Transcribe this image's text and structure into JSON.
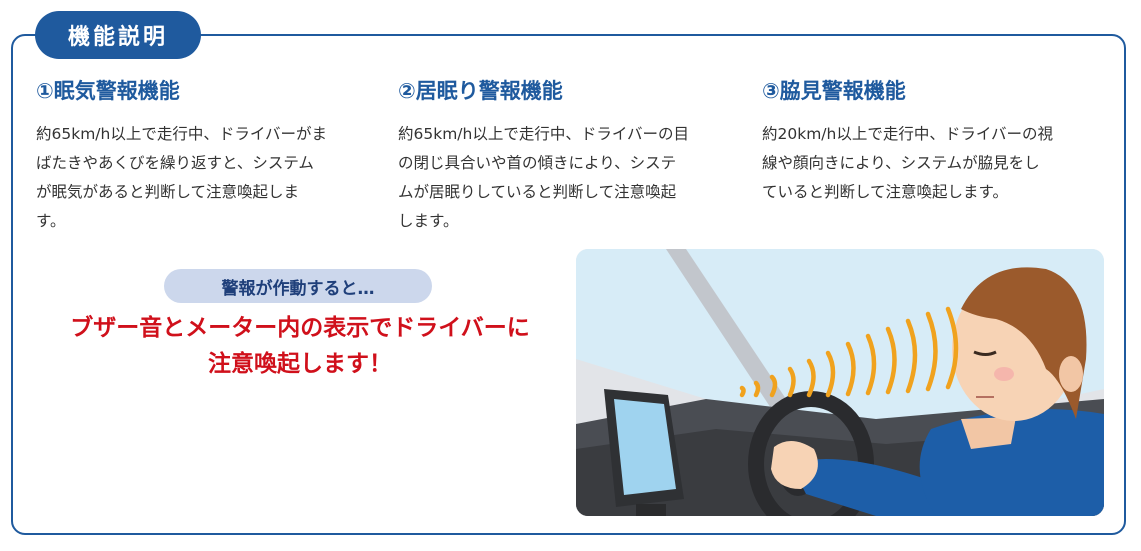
{
  "section": {
    "title": "機能説明"
  },
  "features": [
    {
      "title": "①眠気警報機能",
      "lines": [
        "約65km/h以上で走行中、ドライバーがま",
        "ばたきやあくびを繰り返すと、システム",
        "が眠気があると判断して注意喚起しま",
        "す。"
      ]
    },
    {
      "title": "②居眠り警報機能",
      "lines": [
        "約65km/h以上で走行中、ドライバーの目",
        "の閉じ具合いや首の傾きにより、システ",
        "ムが居眠りしていると判断して注意喚起",
        "します。"
      ]
    },
    {
      "title": "③脇見警報機能",
      "lines": [
        "約20km/h以上で走行中、ドライバーの視",
        "線や顔向きにより、システムが脇見をし",
        "ていると判断して注意喚起します。"
      ]
    }
  ],
  "warning": {
    "label": "警報が作動すると…",
    "message_line1": "ブザー音とメーター内の表示でドライバーに",
    "message_line2": "注意喚起します！"
  },
  "colors": {
    "brand_blue": "#1f5a9e",
    "alert_red": "#d0101b",
    "pill_bg": "#ccd7ec",
    "wave_orange": "#f0a21e"
  }
}
